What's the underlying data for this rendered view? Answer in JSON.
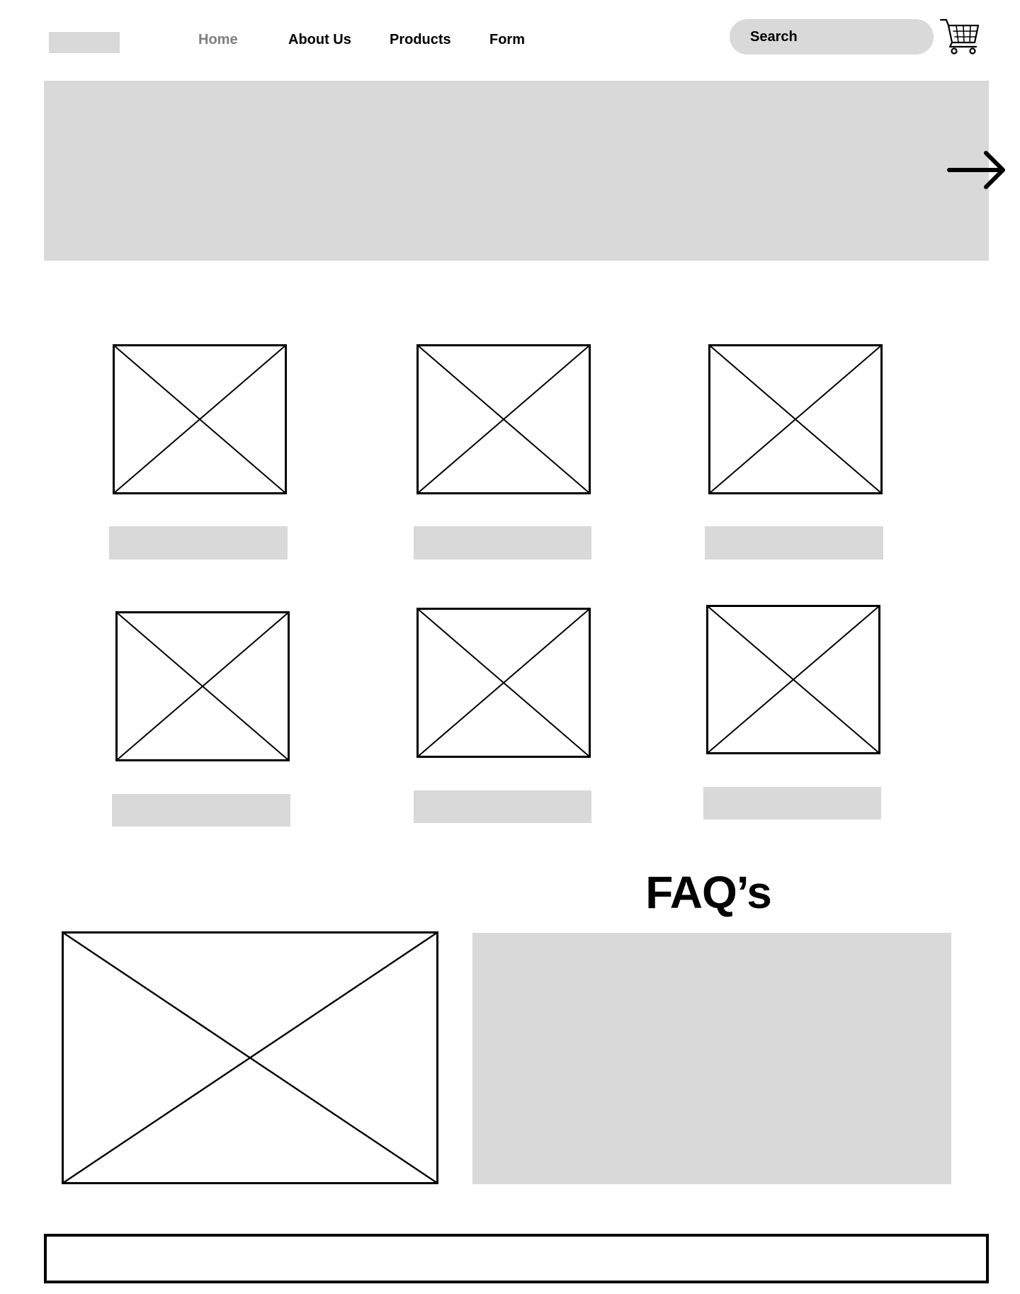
{
  "header": {
    "nav": [
      {
        "label": "Home",
        "active": true
      },
      {
        "label": "About Us",
        "active": false
      },
      {
        "label": "Products",
        "active": false
      },
      {
        "label": "Form",
        "active": false
      }
    ],
    "search": {
      "placeholder": "Search"
    },
    "cart_icon": "shopping-cart-icon"
  },
  "hero": {
    "next_icon": "arrow-right-icon"
  },
  "products": {
    "count": 6,
    "image_icon": "image-placeholder-icon"
  },
  "faq": {
    "title": "FAQ’s"
  },
  "colors": {
    "placeholder_gray": "#d9d9d9",
    "active_nav": "#7f7f7f",
    "text": "#000000"
  }
}
